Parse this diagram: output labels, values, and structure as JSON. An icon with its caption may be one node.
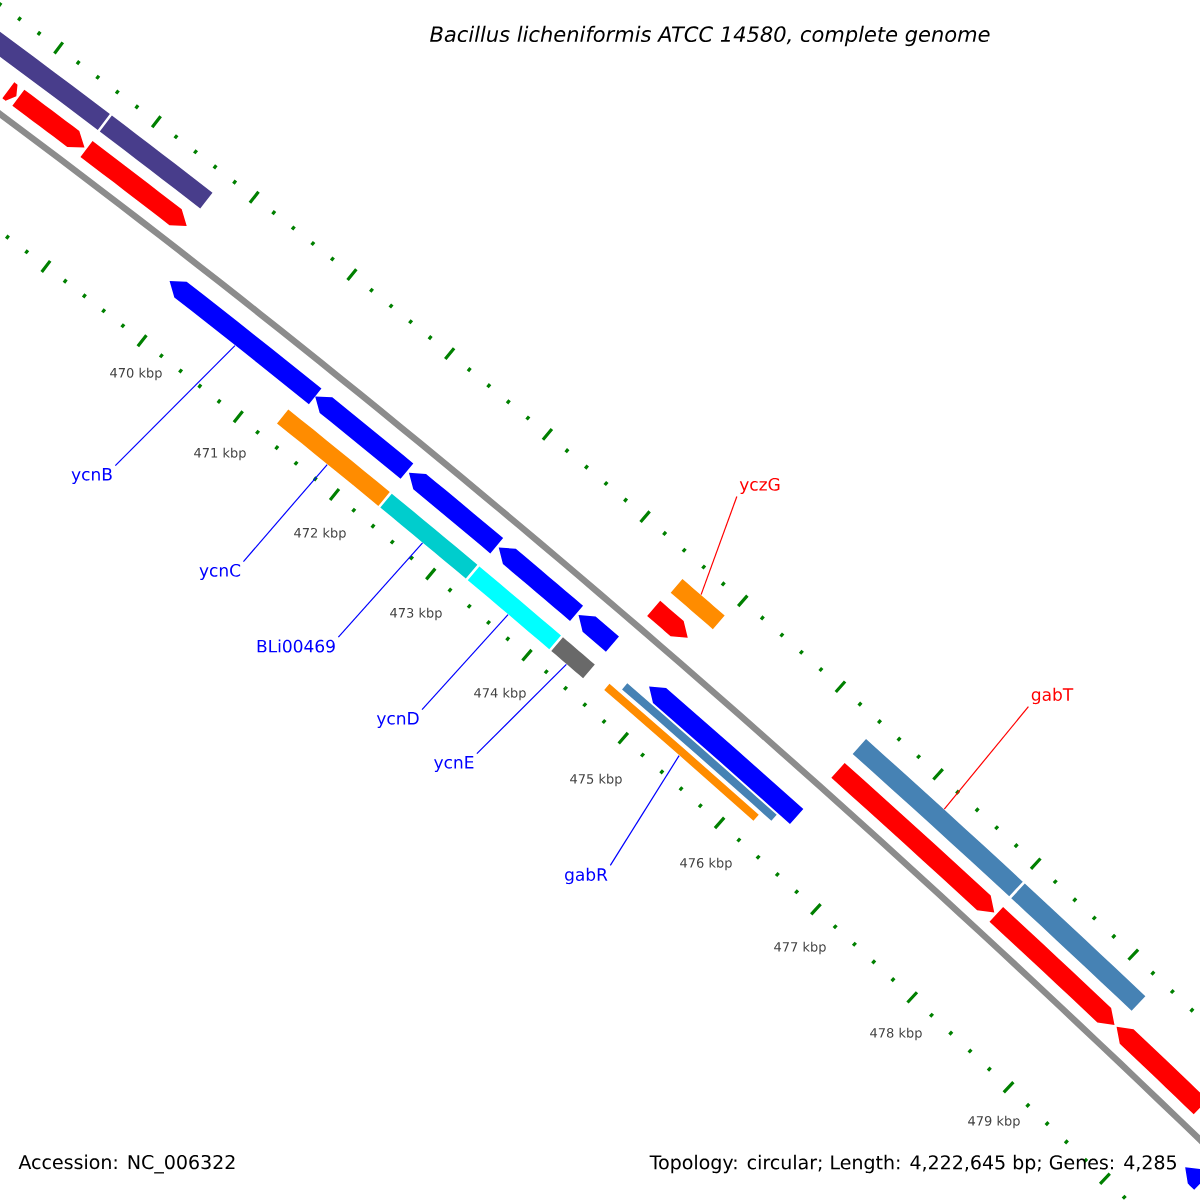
{
  "diagram": {
    "title": "Bacillus licheniformis ATCC 14580, complete genome",
    "nodes": [
      {
        "text": [
          "ycnB"
        ]
      },
      {
        "text": [
          "ycnC"
        ]
      },
      {
        "text": [
          "BLi00469"
        ]
      },
      {
        "text": [
          "ycnD"
        ]
      },
      {
        "text": [
          "ycnE"
        ]
      },
      {
        "text": [
          "gabR"
        ]
      },
      {
        "text": [
          "yczG"
        ]
      },
      {
        "text": [
          "gabT"
        ]
      },
      {
        "text": [],
        "shape": "arrow"
      },
      {
        "text": [],
        "shape": "bar"
      },
      {
        "text": [],
        "shape": "bar"
      },
      {
        "text": [],
        "shape": "bar"
      },
      {
        "text": [],
        "shape": "bar"
      },
      {
        "text": [],
        "shape": "bar"
      },
      {
        "text": [],
        "shape": "bar"
      },
      {
        "text": [],
        "shape": "bar"
      },
      {
        "text": [],
        "shape": "arrow"
      },
      {
        "text": [],
        "shape": "bar"
      },
      {
        "text": [],
        "shape": "arrow"
      },
      {
        "text": [],
        "shape": "arrow"
      },
      {
        "text": [],
        "shape": "bar"
      },
      {
        "text": [],
        "shape": "arrow"
      },
      {
        "text": [],
        "shape": "arrow"
      },
      {
        "text": [],
        "shape": "arrow"
      },
      {
        "text": [],
        "shape": "arrow"
      },
      {
        "text": [],
        "shape": "arrow"
      },
      {
        "text": [],
        "shape": "bar"
      },
      {
        "text": [],
        "shape": "arrow"
      },
      {
        "text": [],
        "shape": "arrow"
      },
      {
        "text": [],
        "shape": "arrow"
      },
      {
        "text": [],
        "shape": "bar"
      },
      {
        "text": [],
        "shape": "arrow"
      },
      {
        "text": [],
        "shape": "arrow"
      }
    ],
    "edges": [
      {
        "from": 0,
        "to": 8,
        "arrow": "none"
      },
      {
        "from": 1,
        "to": 9,
        "arrow": "none"
      },
      {
        "from": 2,
        "to": 10,
        "arrow": "none"
      },
      {
        "from": 3,
        "to": 11,
        "arrow": "none"
      },
      {
        "from": 4,
        "to": 12,
        "arrow": "none"
      },
      {
        "from": 5,
        "to": 13,
        "arrow": "none"
      },
      {
        "from": 6,
        "to": 14,
        "arrow": "none",
        "color": "#ff0000"
      },
      {
        "from": 7,
        "to": 15,
        "arrow": "none",
        "color": "#ff0000"
      }
    ],
    "labels": [
      "470 kbp",
      "471 kbp",
      "472 kbp",
      "473 kbp",
      "474 kbp",
      "475 kbp",
      "476 kbp",
      "477 kbp",
      "478 kbp",
      "479 kbp",
      "Accession: NC_006322",
      "Topology: circular; Length: 4,222,645 bp; Genes: 4,285"
    ]
  }
}
